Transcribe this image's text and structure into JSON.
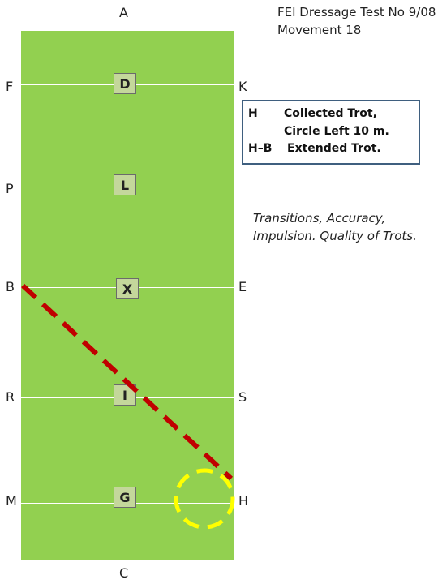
{
  "header": {
    "line1": "FEI Dressage Test No 9/08",
    "line2": "Movement 18"
  },
  "arena_letters": {
    "A": "A",
    "C": "C",
    "F": "F",
    "K": "K",
    "P": "P",
    "B": "B",
    "E": "E",
    "R": "R",
    "S": "S",
    "M": "M",
    "H": "H"
  },
  "centerline_markers": [
    "D",
    "L",
    "X",
    "I",
    "G"
  ],
  "movement": {
    "row1_code": "H",
    "row1_text": "Collected Trot,",
    "row2_text": "Circle Left 10 m.",
    "row3_code": "H–B",
    "row3_text": "Extended Trot."
  },
  "judging_notes": {
    "line1": "Transitions, Accuracy,",
    "line2": "Impulsion. Quality of Trots."
  },
  "colors": {
    "arena": "#92d050",
    "marker_box": "#c4d79b",
    "diagonal_path": "#c00000",
    "circle_path": "#ffff00",
    "movement_box_border": "#3f5f7f"
  }
}
